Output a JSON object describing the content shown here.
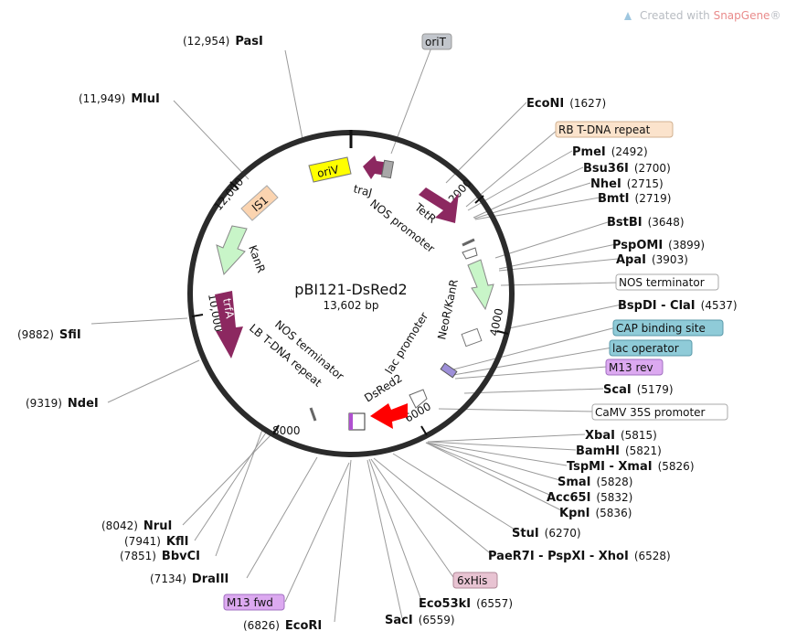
{
  "watermark": {
    "prefix": "Created with ",
    "brand": "SnapGene",
    "reg": "®"
  },
  "plasmid": {
    "name": "pBI121-DsRed2",
    "size_label": "13,602 bp"
  },
  "ring_ticks": [
    "2000",
    "4000",
    "6000",
    "8000",
    "10,000",
    "12,000"
  ],
  "sites": {
    "PasI": {
      "name": "PasI",
      "pos": "(12,954)"
    },
    "MluI": {
      "name": "MluI",
      "pos": "(11,949)"
    },
    "SfiI": {
      "name": "SfiI",
      "pos": "(9882)"
    },
    "NdeI": {
      "name": "NdeI",
      "pos": "(9319)"
    },
    "NruI": {
      "name": "NruI",
      "pos": "(8042)"
    },
    "KflI": {
      "name": "KflI",
      "pos": "(7941)"
    },
    "BbvCI": {
      "name": "BbvCI",
      "pos": "(7851)"
    },
    "DraIII": {
      "name": "DraIII",
      "pos": "(7134)"
    },
    "EcoRI": {
      "name": "EcoRI",
      "pos": "(6826)"
    },
    "SacI": {
      "name": "SacI",
      "pos": "(6559)"
    },
    "Eco53kI": {
      "name": "Eco53kI",
      "pos": "(6557)"
    },
    "XhoI": {
      "name": "PaeR7I - PspXI - XhoI",
      "pos": "(6528)"
    },
    "StuI": {
      "name": "StuI",
      "pos": "(6270)"
    },
    "KpnI": {
      "name": "KpnI",
      "pos": "(5836)"
    },
    "Acc65I": {
      "name": "Acc65I",
      "pos": "(5832)"
    },
    "SmaI": {
      "name": "SmaI",
      "pos": "(5828)"
    },
    "XmaI": {
      "name": "TspMI - XmaI",
      "pos": "(5826)"
    },
    "BamHI": {
      "name": "BamHI",
      "pos": "(5821)"
    },
    "XbaI": {
      "name": "XbaI",
      "pos": "(5815)"
    },
    "ScaI": {
      "name": "ScaI",
      "pos": "(5179)"
    },
    "ClaI": {
      "name": "BspDI - ClaI",
      "pos": "(4537)"
    },
    "ApaI": {
      "name": "ApaI",
      "pos": "(3903)"
    },
    "PspOMI": {
      "name": "PspOMI",
      "pos": "(3899)"
    },
    "BstBI": {
      "name": "BstBI",
      "pos": "(3648)"
    },
    "BmtI": {
      "name": "BmtI",
      "pos": "(2719)"
    },
    "NheI": {
      "name": "NheI",
      "pos": "(2715)"
    },
    "Bsu36I": {
      "name": "Bsu36I",
      "pos": "(2700)"
    },
    "PmeI": {
      "name": "PmeI",
      "pos": "(2492)"
    },
    "EcoNI": {
      "name": "EcoNI",
      "pos": "(1627)"
    }
  },
  "boxed_features": {
    "oriT": {
      "label": "oriT",
      "color": "#c2c6cc"
    },
    "rb_tdna": {
      "label": "RB T-DNA repeat",
      "color": "#fbe3cc"
    },
    "nos_term": {
      "label": "NOS terminator",
      "color": "#ffffff"
    },
    "cap_site": {
      "label": "CAP binding site",
      "color": "#8fcbd8"
    },
    "lac_op": {
      "label": "lac operator",
      "color": "#8fcbd8"
    },
    "m13_rev": {
      "label": "M13 rev",
      "color": "#dca9f0"
    },
    "camv35s": {
      "label": "CaMV 35S promoter",
      "color": "#ffffff"
    },
    "his6": {
      "label": "6xHis",
      "color": "#e8c3d2"
    },
    "m13_fwd": {
      "label": "M13 fwd",
      "color": "#dca9f0"
    }
  },
  "inner_labels": {
    "oriV": "oriV",
    "traJ": "traJ",
    "TetR": "TetR",
    "nos_promoter": "NOS promoter",
    "IS1": "IS1",
    "KanR": "KanR",
    "NeoR": "NeoR/KanR",
    "trfA": "trfA",
    "nos_terminator2": "NOS terminator",
    "lb_tdna": "LB T-DNA repeat",
    "lac_promoter": "lac promoter",
    "DsRed2": "DsRed2"
  },
  "colors": {
    "backbone": "#2b2b2b",
    "oriV": "#ffff00",
    "traJ": "#8c2860",
    "TetR": "#8c2860",
    "trfA": "#8c2860",
    "KanR": "#c8f5c8",
    "NeoR": "#c8f5c8",
    "IS1": "#fbd4b0",
    "DsRed2": "#ff0000"
  }
}
